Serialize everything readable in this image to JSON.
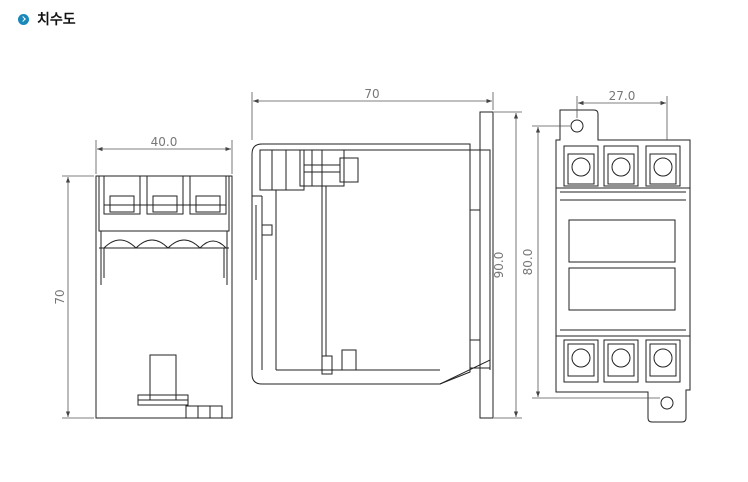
{
  "header": {
    "title": "치수도",
    "bullet_icon": "chevron-right-circle-icon",
    "accent_color": "#1a88b8"
  },
  "dimensions": {
    "front_width": "40.0",
    "front_height": "70",
    "side_width": "70",
    "side_height": "90.0",
    "rear_pitch": "27.0",
    "rear_height": "80.0"
  }
}
